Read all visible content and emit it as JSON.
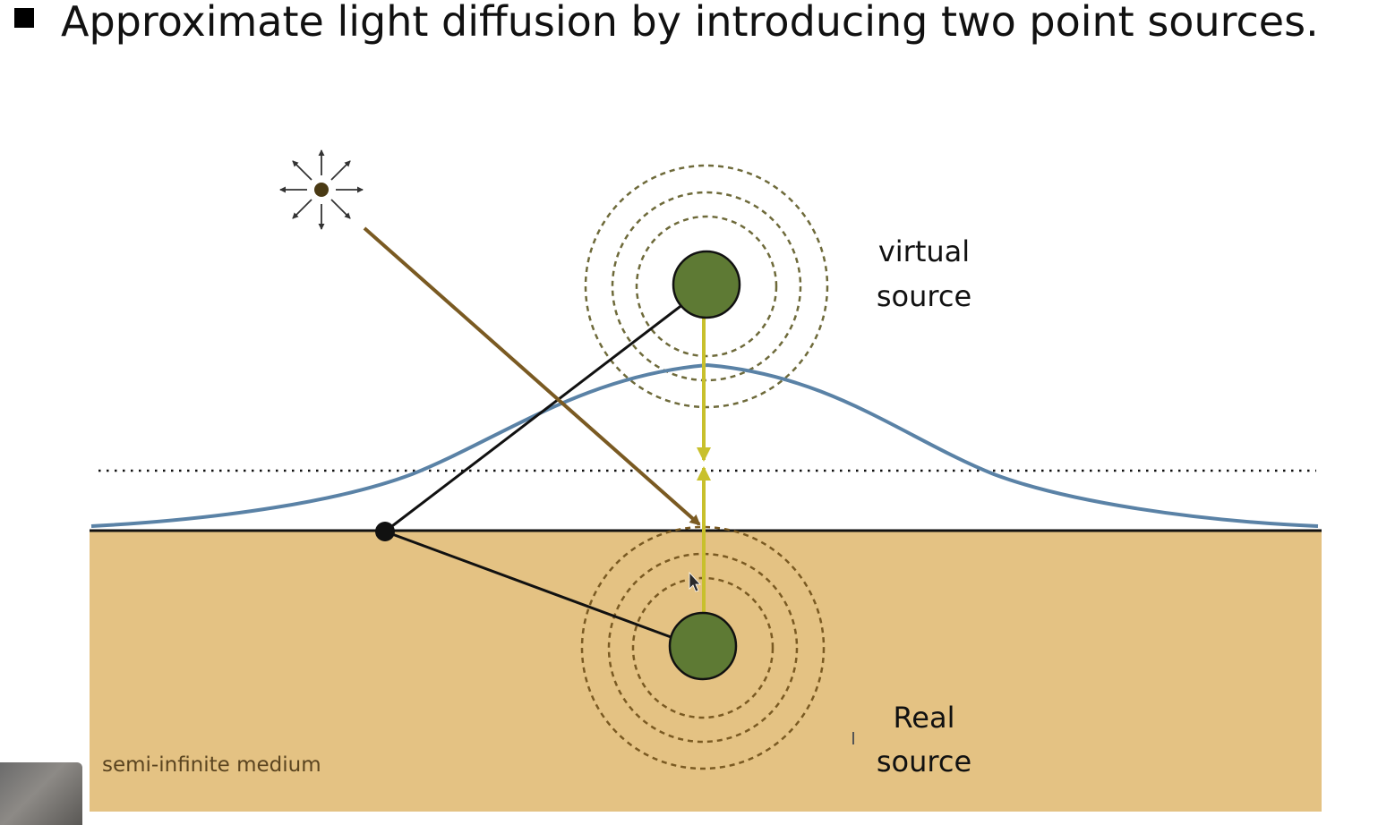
{
  "slide": {
    "bullet_text": "Approximate light diffusion by introducing two point sources."
  },
  "diagram": {
    "virtual_source_label_line1": "virtual",
    "virtual_source_label_line2": "source",
    "real_source_label_line1": "Real",
    "real_source_label_line2": "source",
    "medium_label": "semi-infinite medium"
  },
  "colors": {
    "medium_fill": "#e4c283",
    "source_fill": "#5e7a34",
    "incident_ray": "#7a5a22",
    "dipole_axis": "#c8c02c",
    "profile_curve": "#5a82a6",
    "real_rings": "#7a5a22",
    "virtual_rings": "#6e6a3a"
  }
}
